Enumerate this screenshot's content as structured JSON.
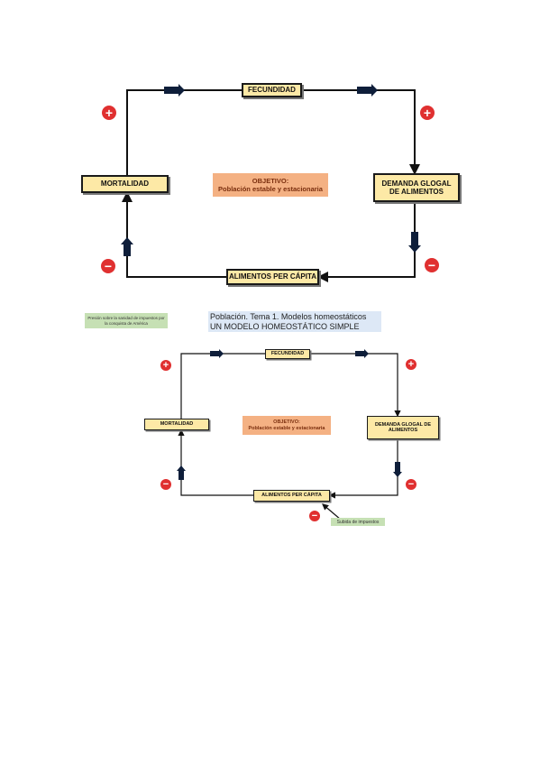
{
  "top_diagram": {
    "fecundidad": "FECUNDIDAD",
    "mortalidad": "MORTALIDAD",
    "demanda": "DEMANDA GLOGAL DE ALIMENTOS",
    "alimentos": "ALIMENTOS PER CÁPITA",
    "objetivo_title": "OBJETIVO:",
    "objetivo_text": "Población estable y estacionaria",
    "signs": [
      "+",
      "+",
      "−",
      "−"
    ]
  },
  "middle_note": "Presión sobre la sanidad de impuestos por la conquista de América",
  "title": {
    "line1": "Población. Tema 1. Modelos homeostáticos",
    "line2": "UN MODELO HOMEOSTÁTICO SIMPLE"
  },
  "bottom_diagram": {
    "fecundidad": "FECUNDIDAD",
    "mortalidad": "MORTALIDAD",
    "demanda": "DEMANDA GLOGAL DE ALIMENTOS",
    "alimentos": "ALIMENTOS PER CÁPITA",
    "objetivo_title": "OBJETIVO:",
    "objetivo_text": "Población estable y estacionaria",
    "signs": [
      "+",
      "+",
      "−",
      "−",
      "−"
    ],
    "external_note": "Subida de impuestos"
  },
  "colors": {
    "box_fill": "#fde9a6",
    "objective_fill": "#f4b183",
    "green_note": "#c6e0b4",
    "title_fill": "#dde8f6",
    "sign_red": "#e03030"
  }
}
